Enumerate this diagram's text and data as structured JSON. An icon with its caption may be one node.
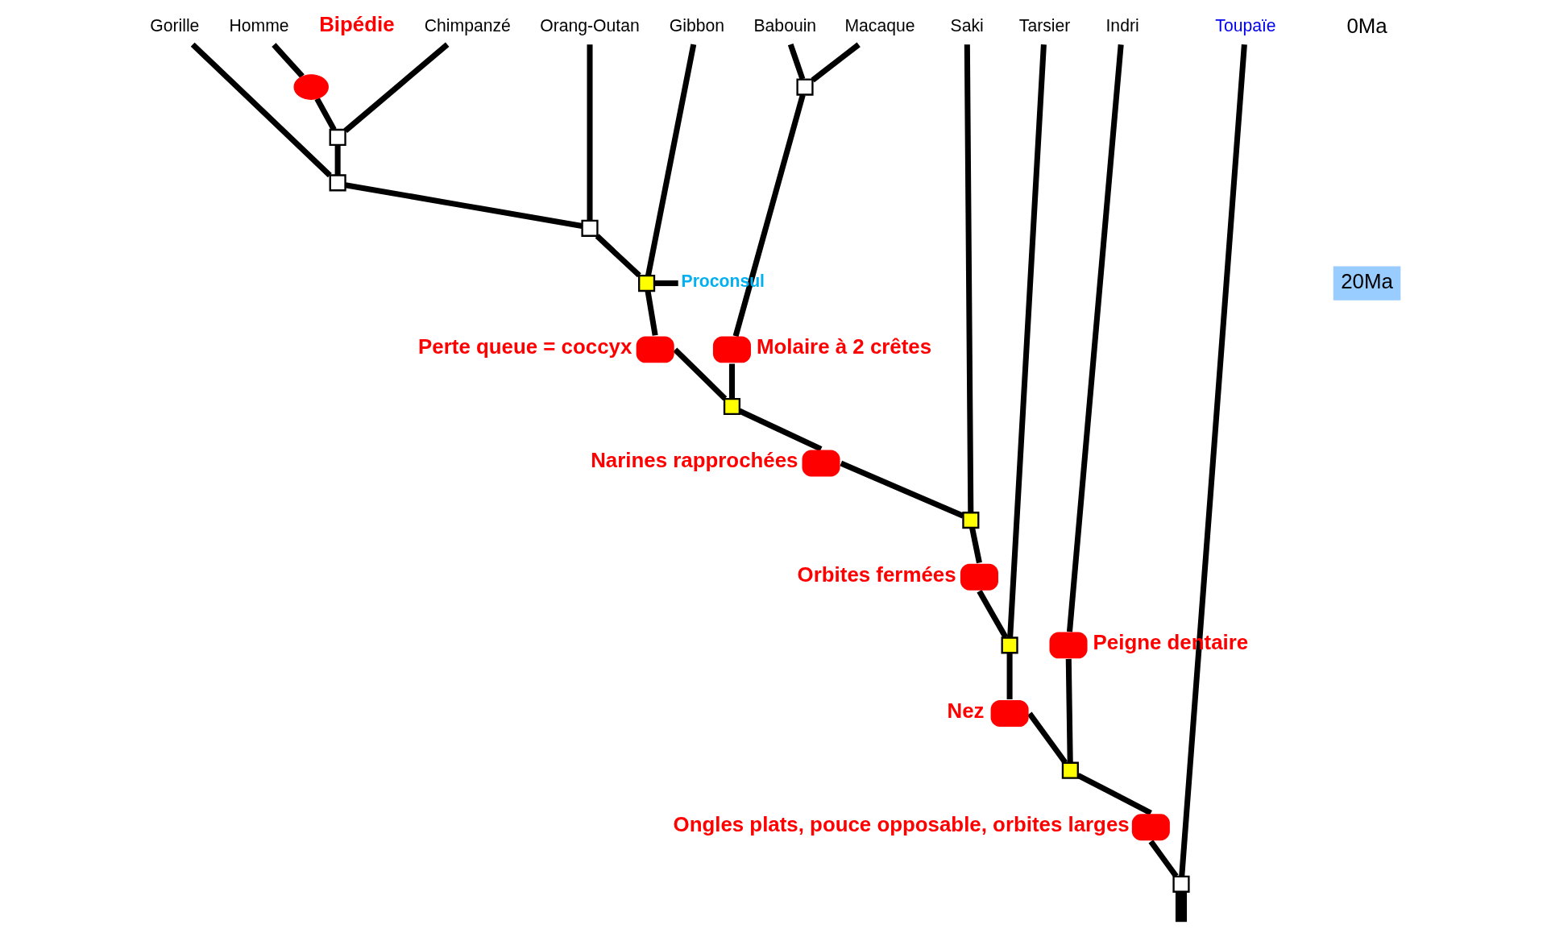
{
  "diagram": {
    "nodes": [
      {
        "text": [
          "Gorille"
        ]
      },
      {
        "text": [
          "Homme"
        ]
      },
      {
        "text": [
          "Chimpanzé"
        ]
      },
      {
        "text": [
          "Orang-Outan"
        ]
      },
      {
        "text": [
          "Gibbon"
        ]
      },
      {
        "text": [
          "Babouin"
        ]
      },
      {
        "text": [
          "Macaque"
        ]
      },
      {
        "text": [
          "Saki"
        ]
      },
      {
        "text": [
          "Tarsier"
        ]
      },
      {
        "text": [
          "Indri"
        ]
      },
      {
        "text": [
          "Toupaïe"
        ]
      },
      {
        "text": [
          "Proconsul"
        ]
      },
      {
        "text": [],
        "shape": "box"
      },
      {
        "text": [],
        "shape": "box"
      },
      {
        "text": [],
        "shape": "box"
      },
      {
        "text": [],
        "shape": "box"
      },
      {
        "text": [],
        "shape": "box"
      },
      {
        "text": [],
        "shape": "box"
      },
      {
        "text": [],
        "shape": "box"
      },
      {
        "text": [],
        "shape": "box"
      },
      {
        "text": [],
        "shape": "box"
      },
      {
        "text": [],
        "shape": "box"
      },
      {
        "text": [],
        "shape": "ellipse",
        "beside": [
          "Bipédie"
        ]
      },
      {
        "text": [],
        "shape": "ellipse",
        "beside": [
          "Molaire à 2 crêtes"
        ]
      },
      {
        "text": [],
        "shape": "ellipse",
        "beside": [
          "Perte queue = coccyx"
        ]
      },
      {
        "text": [],
        "shape": "ellipse",
        "beside": [
          "Narines rapprochées"
        ]
      },
      {
        "text": [],
        "shape": "ellipse",
        "beside": [
          "Orbites fermées"
        ]
      },
      {
        "text": [],
        "shape": "ellipse",
        "beside": [
          "Peigne dentaire"
        ]
      },
      {
        "text": [],
        "shape": "ellipse",
        "beside": [
          "Nez"
        ]
      },
      {
        "text": [],
        "shape": "ellipse",
        "beside": [
          "Ongles plats, pouce opposable, orbites larges"
        ]
      }
    ],
    "edges": [
      {
        "from": null,
        "to": 21,
        "arrow": "none",
        "style": "thick"
      },
      {
        "from": 21,
        "to": 10,
        "arrow": "none"
      },
      {
        "from": 21,
        "to": 29,
        "arrow": "none"
      },
      {
        "from": 29,
        "to": 20,
        "arrow": "none"
      },
      {
        "from": 20,
        "to": 27,
        "arrow": "none"
      },
      {
        "from": 27,
        "to": 9,
        "arrow": "none"
      },
      {
        "from": 20,
        "to": 28,
        "arrow": "none"
      },
      {
        "from": 28,
        "to": 19,
        "arrow": "none"
      },
      {
        "from": 19,
        "to": 8,
        "arrow": "none"
      },
      {
        "from": 19,
        "to": 26,
        "arrow": "none"
      },
      {
        "from": 26,
        "to": 18,
        "arrow": "none"
      },
      {
        "from": 18,
        "to": 7,
        "arrow": "none"
      },
      {
        "from": 18,
        "to": 25,
        "arrow": "none"
      },
      {
        "from": 25,
        "to": 17,
        "arrow": "none"
      },
      {
        "from": 17,
        "to": 23,
        "arrow": "none"
      },
      {
        "from": 23,
        "to": 13,
        "arrow": "none"
      },
      {
        "from": 13,
        "to": 5,
        "arrow": "none"
      },
      {
        "from": 13,
        "to": 6,
        "arrow": "none"
      },
      {
        "from": 17,
        "to": 24,
        "arrow": "none"
      },
      {
        "from": 24,
        "to": 16,
        "arrow": "none"
      },
      {
        "from": 16,
        "to": 4,
        "arrow": "none"
      },
      {
        "from": 16,
        "to": 11,
        "arrow": "none"
      },
      {
        "from": 16,
        "to": 15,
        "arrow": "none"
      },
      {
        "from": 15,
        "to": 3,
        "arrow": "none"
      },
      {
        "from": 15,
        "to": 14,
        "arrow": "none"
      },
      {
        "from": 14,
        "to": 0,
        "arrow": "none"
      },
      {
        "from": 14,
        "to": 12,
        "arrow": "none"
      },
      {
        "from": 12,
        "to": 22,
        "arrow": "none"
      },
      {
        "from": 22,
        "to": 1,
        "arrow": "none"
      },
      {
        "from": 12,
        "to": 2,
        "arrow": "none"
      }
    ],
    "labels": [
      "0Ma",
      "20Ma"
    ]
  }
}
